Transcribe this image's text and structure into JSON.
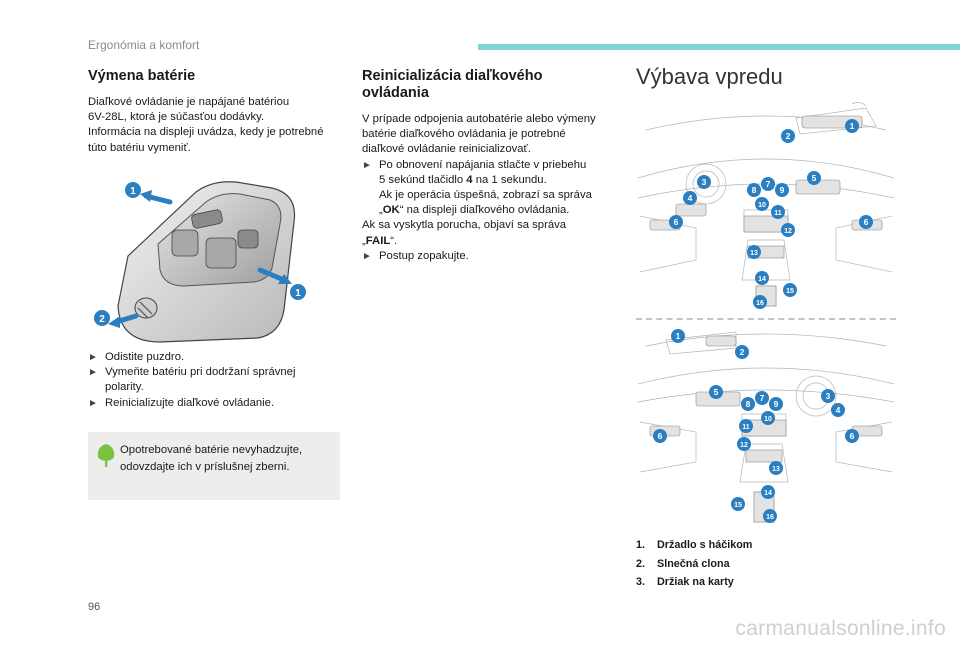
{
  "header": {
    "section": "Ergonómia a komfort",
    "accent_color": "#7dd6d3"
  },
  "col1": {
    "title": "Výmena batérie",
    "intro": [
      "Diaľkové ovládanie je napájané batériou",
      "6V-28L, ktorá je súčasťou dodávky.",
      "Informácia na displeji uvádza, kedy je potrebné",
      "túto batériu vymeniť."
    ],
    "figure": {
      "callout_1": "1",
      "callout_2": "2"
    },
    "bullets": [
      {
        "lines": [
          "Odistite puzdro."
        ]
      },
      {
        "lines": [
          "Vymeňte batériu pri dodržaní správnej",
          "polarity."
        ]
      },
      {
        "lines": [
          "Reinicializujte diaľkové ovládanie."
        ]
      }
    ],
    "tip": {
      "icon": "leaf-icon",
      "lines": [
        "Opotrebované batérie nevyhadzujte,",
        "odovzdajte ich v príslušnej zberni."
      ]
    }
  },
  "col2": {
    "title_lines": [
      "Reinicializácia diaľkového",
      "ovládania"
    ],
    "intro": [
      "V prípade odpojenia autobatérie alebo výmeny",
      "batérie diaľkového ovládania je potrebné",
      "diaľkové ovládanie reinicializovať."
    ],
    "bullet1": {
      "line1": "Po obnovení napájania stlačte v priebehu",
      "line2_pre": "5 sekúnd tlačidlo ",
      "line2_bold": "4",
      "line2_post": " na 1 sekundu.",
      "line3": "Ak je operácia úspešná, zobrazí sa správa",
      "line4_pre": "„",
      "line4_bold": "OK",
      "line4_post": "“ na displeji diaľkového ovládania."
    },
    "fault": {
      "line1": "Ak sa vyskytla porucha, objaví sa správa",
      "line2_pre": "„",
      "line2_bold": "FAIL",
      "line2_post": "“."
    },
    "bullet2": "Postup zopakujte."
  },
  "col3": {
    "title": "Výbava vpredu",
    "fig_a_callouts": [
      "1",
      "2",
      "3",
      "4",
      "5",
      "6",
      "6",
      "7",
      "8",
      "9",
      "10",
      "11",
      "12",
      "13",
      "14",
      "15",
      "16"
    ],
    "fig_b_callouts": [
      "1",
      "2",
      "3",
      "4",
      "5",
      "6",
      "6",
      "7",
      "8",
      "9",
      "10",
      "11",
      "12",
      "13",
      "14",
      "15",
      "16"
    ],
    "legend": [
      {
        "num": "1.",
        "label": "Držadlo s háčikom"
      },
      {
        "num": "2.",
        "label": "Slnečná clona"
      },
      {
        "num": "3.",
        "label": "Držiak na karty"
      }
    ]
  },
  "footer": {
    "page_number": "96",
    "watermark": "carmanualsonline.info"
  }
}
